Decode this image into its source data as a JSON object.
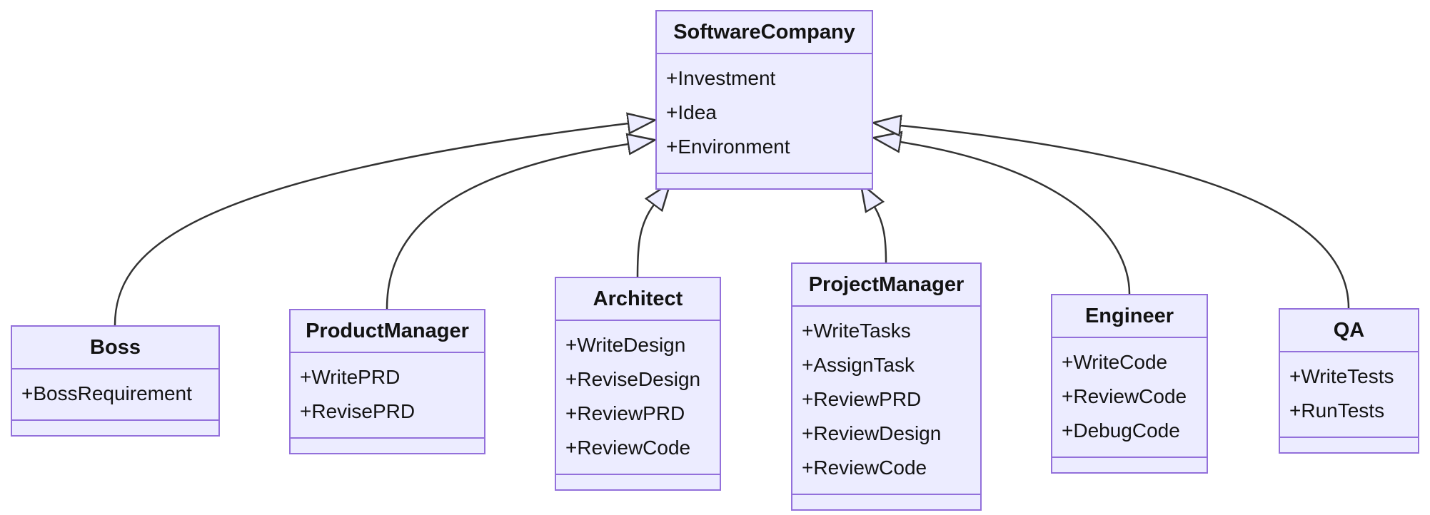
{
  "diagram": {
    "type": "uml-class-diagram",
    "classes": [
      {
        "name": "SoftwareCompany",
        "attributes": [
          "+Investment",
          "+Idea",
          "+Environment"
        ],
        "methods": []
      },
      {
        "name": "Boss",
        "attributes": [
          "+BossRequirement"
        ],
        "methods": []
      },
      {
        "name": "ProductManager",
        "attributes": [
          "+WritePRD",
          "+RevisePRD"
        ],
        "methods": []
      },
      {
        "name": "Architect",
        "attributes": [
          "+WriteDesign",
          "+ReviseDesign",
          "+ReviewPRD",
          "+ReviewCode"
        ],
        "methods": []
      },
      {
        "name": "ProjectManager",
        "attributes": [
          "+WriteTasks",
          "+AssignTask",
          "+ReviewPRD",
          "+ReviewDesign",
          "+ReviewCode"
        ],
        "methods": []
      },
      {
        "name": "Engineer",
        "attributes": [
          "+WriteCode",
          "+ReviewCode",
          "+DebugCode"
        ],
        "methods": []
      },
      {
        "name": "QA",
        "attributes": [
          "+WriteTests",
          "+RunTests"
        ],
        "methods": []
      }
    ],
    "relationships": [
      {
        "from": "Boss",
        "to": "SoftwareCompany",
        "type": "inheritance"
      },
      {
        "from": "ProductManager",
        "to": "SoftwareCompany",
        "type": "inheritance"
      },
      {
        "from": "Architect",
        "to": "SoftwareCompany",
        "type": "inheritance"
      },
      {
        "from": "ProjectManager",
        "to": "SoftwareCompany",
        "type": "inheritance"
      },
      {
        "from": "Engineer",
        "to": "SoftwareCompany",
        "type": "inheritance"
      },
      {
        "from": "QA",
        "to": "SoftwareCompany",
        "type": "inheritance"
      }
    ],
    "colors": {
      "node_fill": "#ECECFF",
      "node_border": "#9370DB",
      "edge_stroke": "#333333",
      "arrowhead_fill": "#ECECFF",
      "text": "#131313",
      "background": "#FFFFFF"
    }
  }
}
